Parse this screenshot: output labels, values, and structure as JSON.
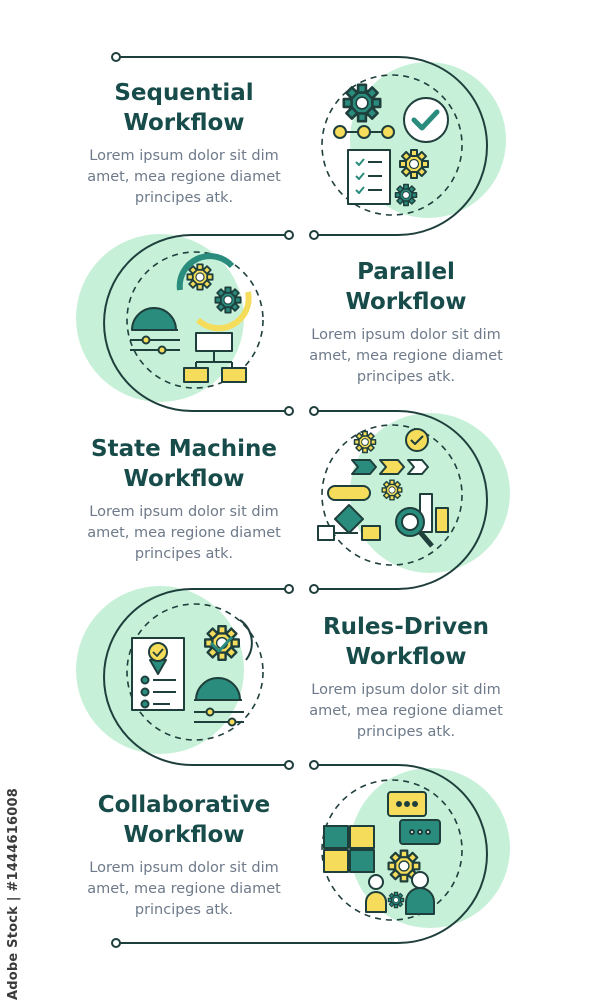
{
  "colors": {
    "teal_dark": "#184c4a",
    "teal": "#2a8c7d",
    "mint": "#c7f0d8",
    "yellow": "#f5dc5a",
    "text_gray": "#6e7a8a",
    "line": "#1f3f3d"
  },
  "steps": [
    {
      "title_line1": "Sequential",
      "title_line2": "Workflow",
      "desc_line1": "Lorem ipsum dolor sit dim",
      "desc_line2": "amet, mea regione diamet",
      "desc_line3": "principes atk.",
      "icon": "sequential-workflow-icon"
    },
    {
      "title_line1": "Parallel",
      "title_line2": "Workflow",
      "desc_line1": "Lorem ipsum dolor sit dim",
      "desc_line2": "amet, mea regione diamet",
      "desc_line3": "principes atk.",
      "icon": "parallel-workflow-icon"
    },
    {
      "title_line1": "State Machine",
      "title_line2": "Workflow",
      "desc_line1": "Lorem ipsum dolor sit dim",
      "desc_line2": "amet, mea regione diamet",
      "desc_line3": "principes atk.",
      "icon": "state-machine-workflow-icon"
    },
    {
      "title_line1": "Rules-Driven",
      "title_line2": "Workflow",
      "desc_line1": "Lorem ipsum dolor sit dim",
      "desc_line2": "amet, mea regione diamet",
      "desc_line3": "principes atk.",
      "icon": "rules-driven-workflow-icon"
    },
    {
      "title_line1": "Collaborative",
      "title_line2": "Workflow",
      "desc_line1": "Lorem ipsum dolor sit dim",
      "desc_line2": "amet, mea regione diamet",
      "desc_line3": "principes atk.",
      "icon": "collaborative-workflow-icon"
    }
  ],
  "watermark": {
    "brand": "Adobe Stock",
    "separator": "|",
    "id": "#1444616008"
  }
}
